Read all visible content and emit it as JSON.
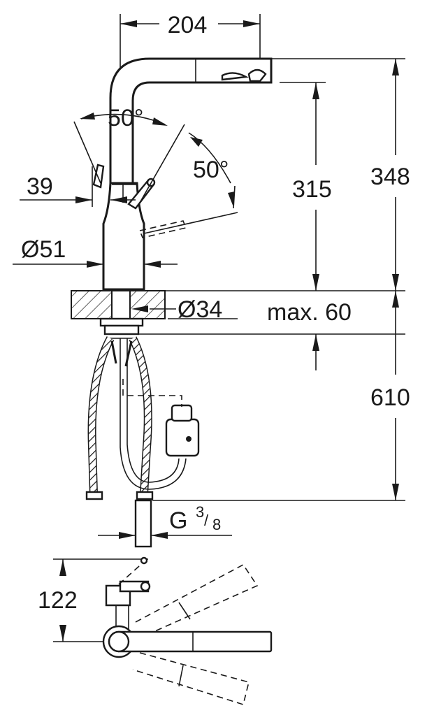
{
  "dimensions": {
    "spout_reach": "204",
    "total_height": "348",
    "spout_height": "315",
    "handle_angle_left": "50°",
    "handle_angle_right": "50°",
    "handle_offset": "39",
    "body_diameter": "Ø51",
    "mount_diameter": "Ø34",
    "max_deck_thickness": "max. 60",
    "hose_length": "610",
    "connection_thread_letter": "G",
    "connection_thread_num": "3",
    "connection_thread_den": "8",
    "top_view_depth": "122"
  }
}
